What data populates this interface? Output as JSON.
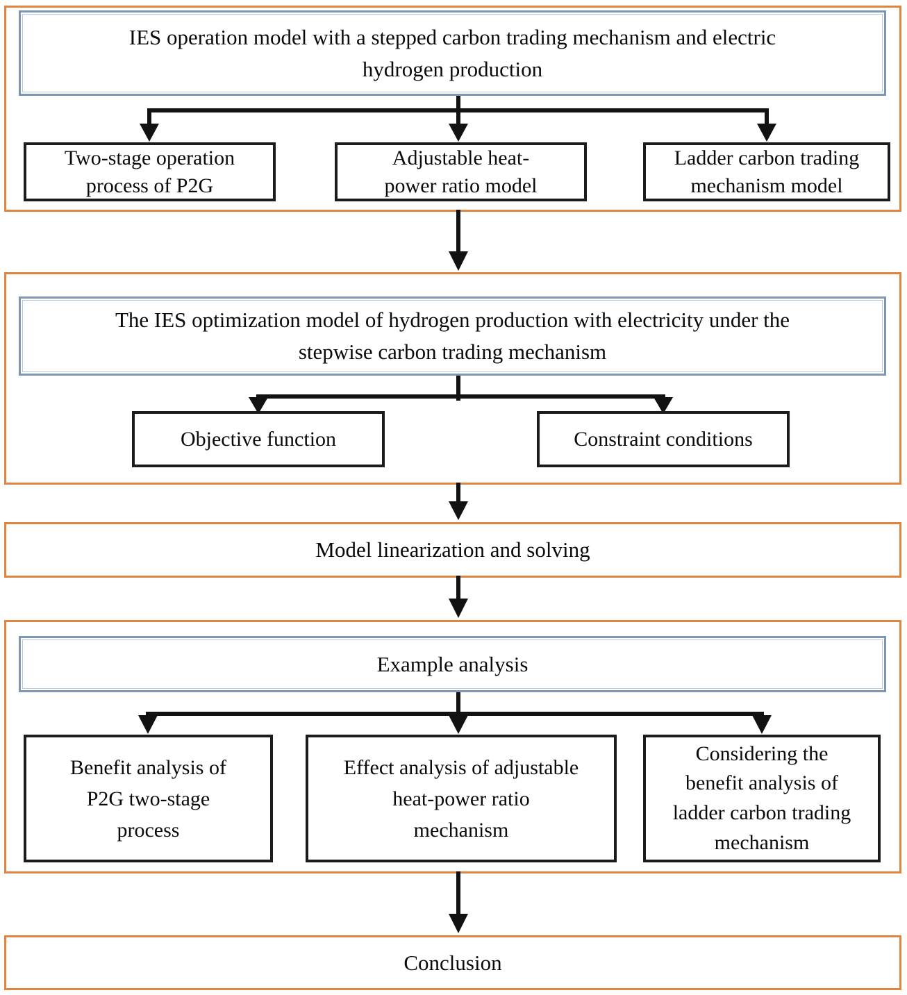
{
  "figure": {
    "type": "flowchart",
    "colors": {
      "section_border": "#E08540",
      "header_border": "#7E96B5",
      "node_border": "#1C1C1C",
      "arrow": "#121212",
      "background": "#FFFFFF",
      "text": "#0A0A0A"
    },
    "stages": [
      {
        "name": "ies-operation-model",
        "title": "IES operation model with a stepped carbon trading mechanism and electric hydrogen production",
        "title_lines": [
          "IES operation model with a stepped carbon trading mechanism and electric",
          "hydrogen production"
        ],
        "children": [
          {
            "label": "Two-stage operation process of P2G",
            "lines": [
              "Two-stage operation",
              "process of P2G"
            ]
          },
          {
            "label": "Adjustable heat-power ratio model",
            "lines": [
              "Adjustable heat-",
              "power ratio model"
            ]
          },
          {
            "label": "Ladder carbon trading mechanism model",
            "lines": [
              "Ladder carbon trading",
              "mechanism model"
            ]
          }
        ]
      },
      {
        "name": "ies-optimization-model",
        "title": "The IES optimization model of hydrogen production with electricity under the stepwise carbon trading mechanism",
        "title_lines": [
          "The IES optimization model of hydrogen production with electricity under the",
          "stepwise carbon trading mechanism"
        ],
        "children": [
          {
            "label": "Objective function",
            "lines": [
              "Objective function"
            ]
          },
          {
            "label": "Constraint conditions",
            "lines": [
              "Constraint conditions"
            ]
          }
        ]
      },
      {
        "name": "model-linearization",
        "title": "Model linearization and solving",
        "title_lines": [
          "Model linearization and solving"
        ],
        "children": []
      },
      {
        "name": "example-analysis",
        "title": "Example analysis",
        "title_lines": [
          "Example analysis"
        ],
        "children": [
          {
            "label": "Benefit analysis of P2G two-stage process",
            "lines": [
              "Benefit analysis of",
              "P2G two-stage",
              "process"
            ]
          },
          {
            "label": "Effect analysis of adjustable heat-power ratio mechanism",
            "lines": [
              "Effect analysis of adjustable",
              "heat-power ratio",
              "mechanism"
            ]
          },
          {
            "label": "Considering the benefit analysis of ladder carbon trading mechanism",
            "lines": [
              "Considering the",
              "benefit analysis of",
              "ladder carbon trading",
              "mechanism"
            ]
          }
        ]
      },
      {
        "name": "conclusion",
        "title": "Conclusion",
        "title_lines": [
          "Conclusion"
        ],
        "children": []
      }
    ]
  }
}
